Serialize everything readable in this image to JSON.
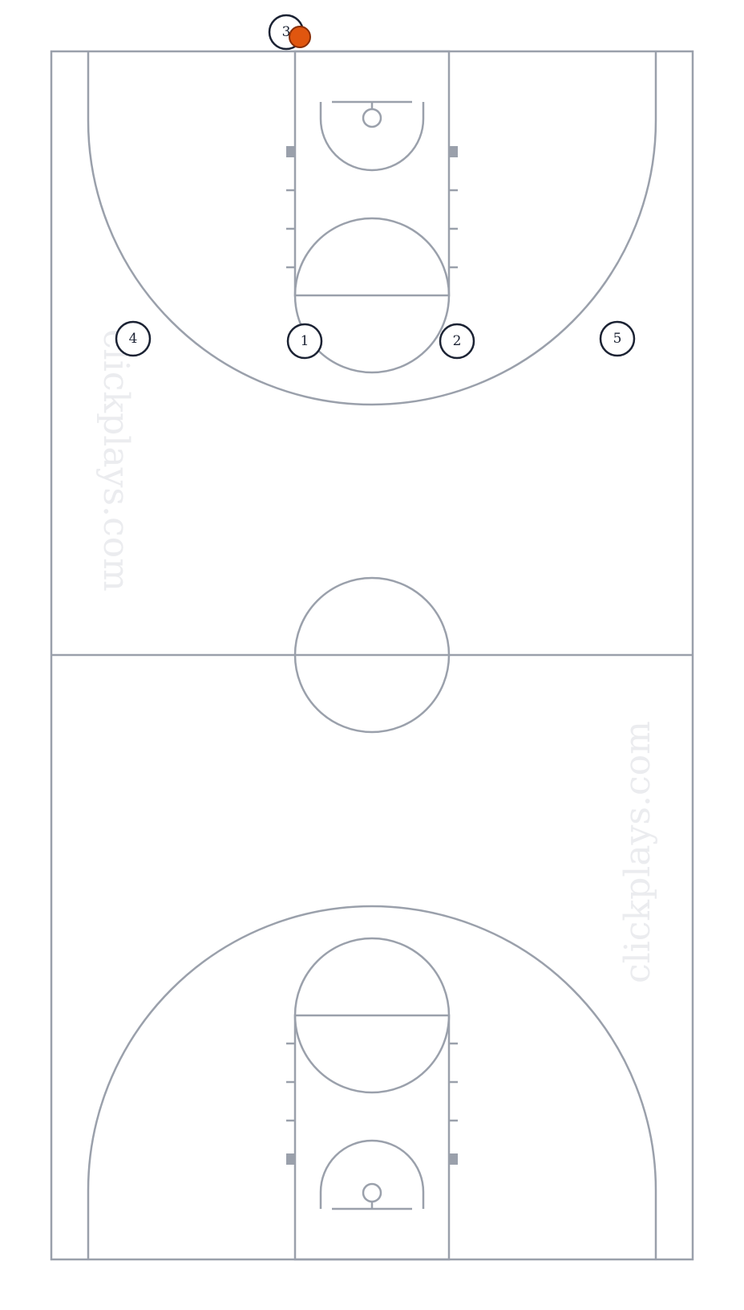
{
  "diagram": {
    "colors": {
      "court_lines": "#9aa0ab",
      "player_outline": "#1b2233",
      "ball": "#e0560f",
      "watermark": "#ebecef"
    },
    "watermark_text": "clickplays.com",
    "players": [
      {
        "label": "1"
      },
      {
        "label": "2"
      },
      {
        "label": "3"
      },
      {
        "label": "4"
      },
      {
        "label": "5"
      }
    ],
    "ball_holder": "3"
  }
}
